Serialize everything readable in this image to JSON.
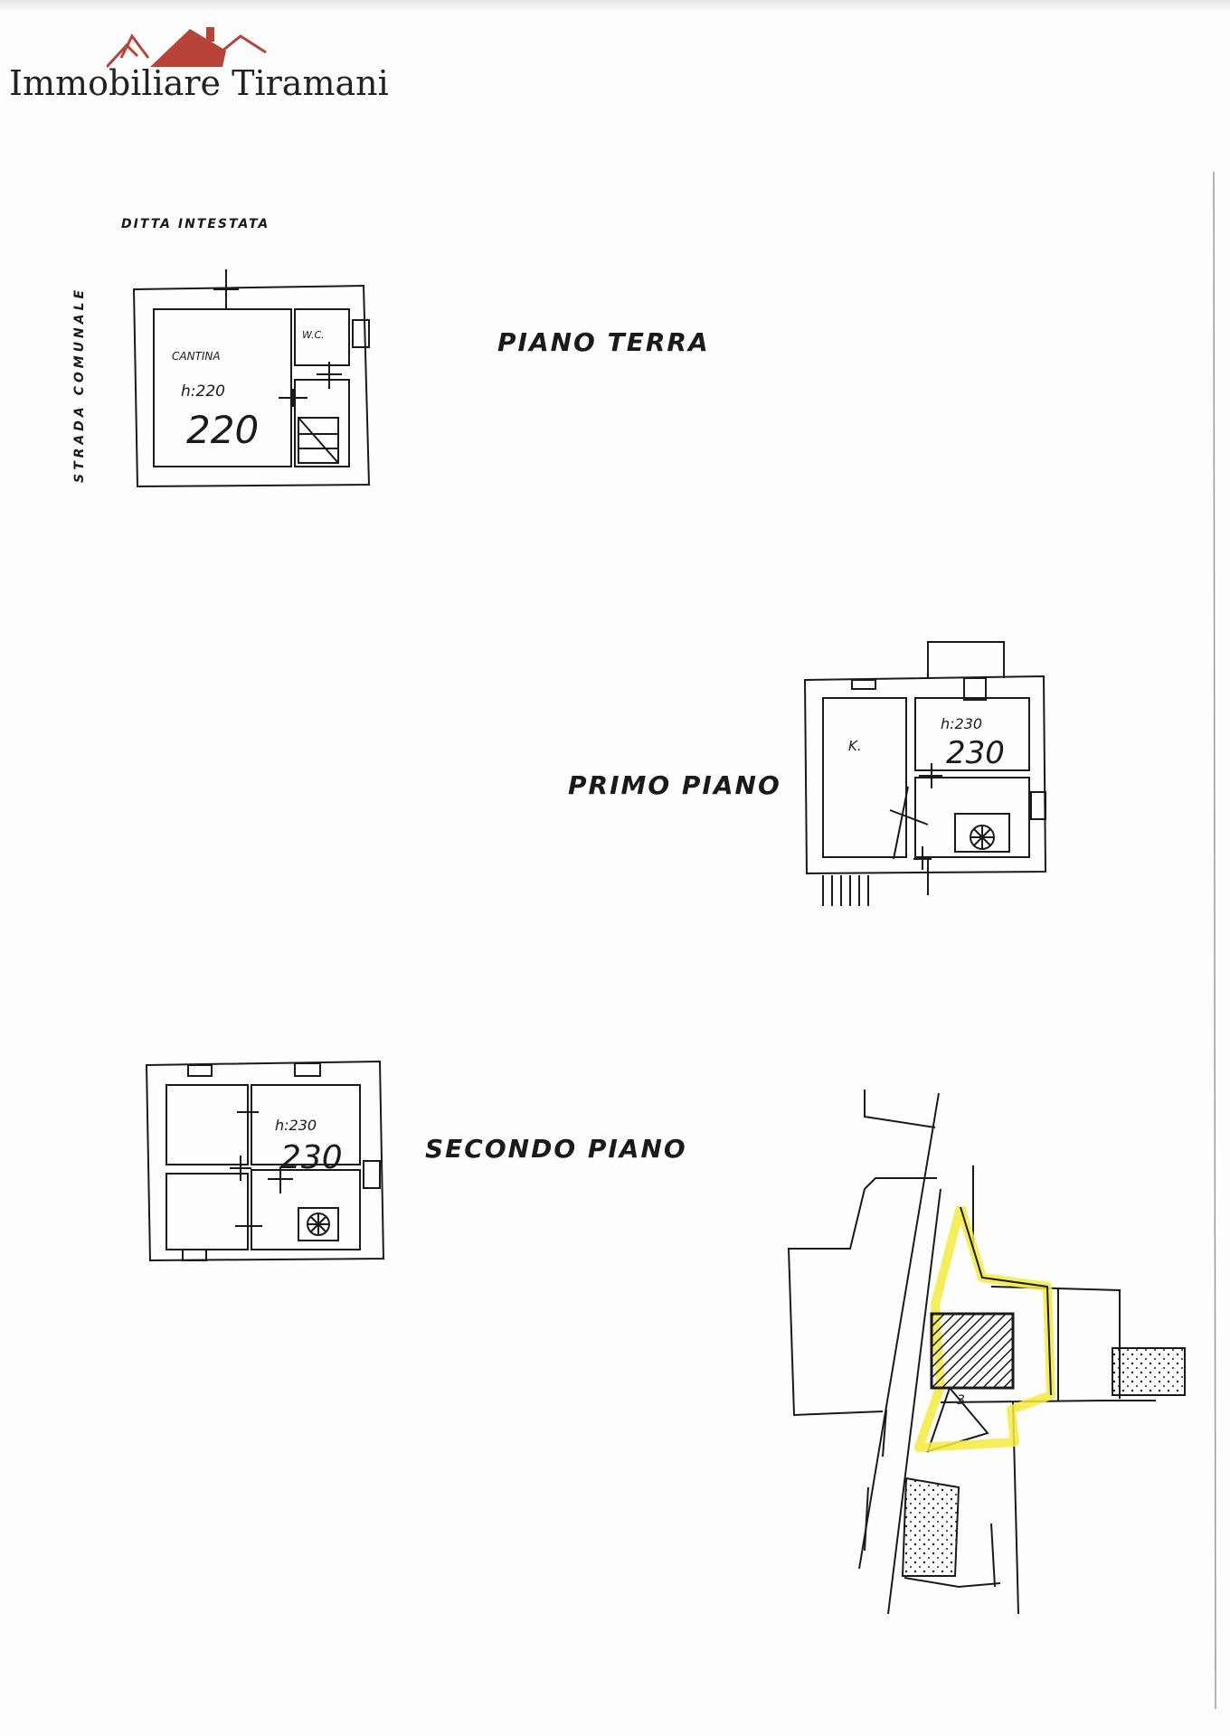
{
  "header": {
    "brand_name": "Immobiliare Tiramani",
    "roof_color": "#b8433a"
  },
  "notes": {
    "ditta": "DITTA INTESTATA",
    "strada": "STRADA COMUNALE"
  },
  "floors": {
    "terra": {
      "title": "PIANO TERRA",
      "room_label": "CANTINA",
      "wc_label": "W.C.",
      "height_label": "h:220",
      "height_value": "220"
    },
    "primo": {
      "title": "PRIMO PIANO",
      "kitchen_label": "K.",
      "height_label": "h:230",
      "height_value": "230"
    },
    "secondo": {
      "title": "SECONDO PIANO",
      "height_label": "h:230",
      "height_value": "230"
    }
  },
  "site_map": {
    "highlight_color": "#f3ea3c",
    "parcel_label": "3"
  }
}
